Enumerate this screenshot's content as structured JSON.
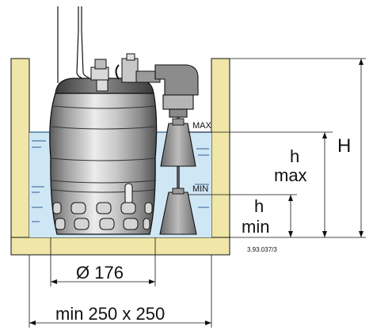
{
  "labels": {
    "max": "MAX",
    "min": "MIN",
    "h_max_h": "h",
    "h_max_word": "max",
    "h_min_h": "h",
    "h_min_word": "min",
    "H": "H",
    "diameter": "Ø 176",
    "pit_size": "min 250 x 250",
    "code": "3.93.037/3"
  },
  "colors": {
    "wall": "#efe6a8",
    "water": "#cfe6f5",
    "water_line": "#2f5f8f",
    "metal_light": "#d9d9d9",
    "metal_mid": "#9a9a9a",
    "metal_dark": "#4a4a4a",
    "line": "#111111"
  }
}
